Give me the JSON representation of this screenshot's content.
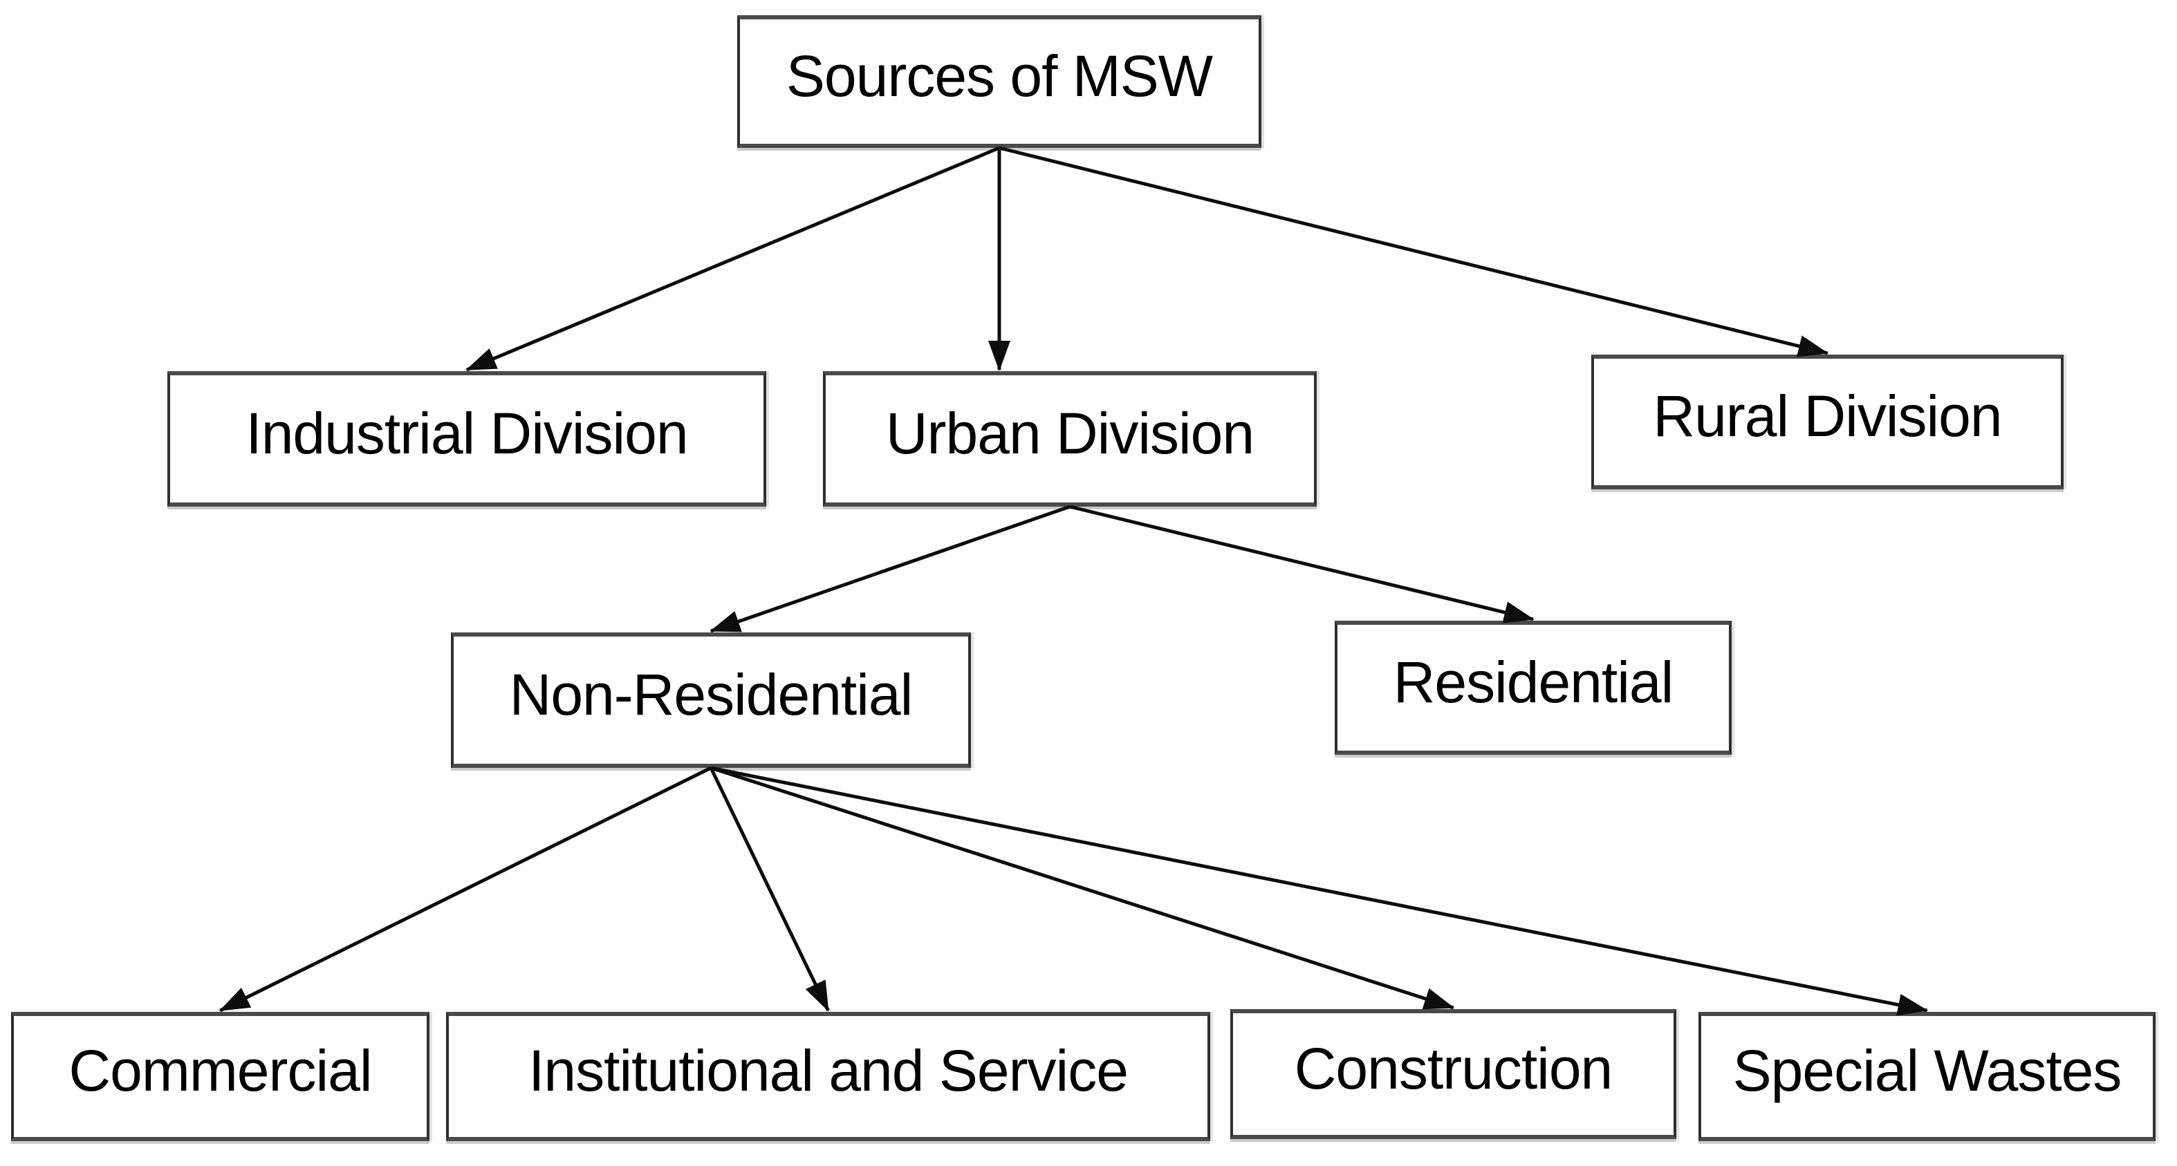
{
  "diagram": {
    "title": "Sources of MSW",
    "type": "flowchart-tree",
    "colors": {
      "background": "#ffffff",
      "box_fill": "#ffffff",
      "box_border": "#2f2f2f",
      "line": "#0d0d0d",
      "text": "#000000"
    },
    "nodes": [
      {
        "id": "sources",
        "label": "Sources of MSW",
        "level": 1
      },
      {
        "id": "industrial",
        "label": "Industrial Division",
        "level": 2
      },
      {
        "id": "urban",
        "label": "Urban Division",
        "level": 2
      },
      {
        "id": "rural",
        "label": "Rural Division",
        "level": 2
      },
      {
        "id": "nonres",
        "label": "Non-Residential",
        "level": 3
      },
      {
        "id": "residential",
        "label": "Residential",
        "level": 3
      },
      {
        "id": "commercial",
        "label": "Commercial",
        "level": 4
      },
      {
        "id": "institutional",
        "label": "Institutional and Service",
        "level": 4
      },
      {
        "id": "construction",
        "label": "Construction",
        "level": 4
      },
      {
        "id": "special",
        "label": "Special Wastes",
        "level": 4
      }
    ],
    "edges": [
      {
        "from": "sources",
        "to": "industrial"
      },
      {
        "from": "sources",
        "to": "urban",
        "style": "vertical"
      },
      {
        "from": "sources",
        "to": "rural"
      },
      {
        "from": "urban",
        "to": "nonres"
      },
      {
        "from": "urban",
        "to": "residential"
      },
      {
        "from": "nonres",
        "to": "commercial"
      },
      {
        "from": "nonres",
        "to": "institutional"
      },
      {
        "from": "nonres",
        "to": "construction"
      },
      {
        "from": "nonres",
        "to": "special"
      }
    ]
  }
}
